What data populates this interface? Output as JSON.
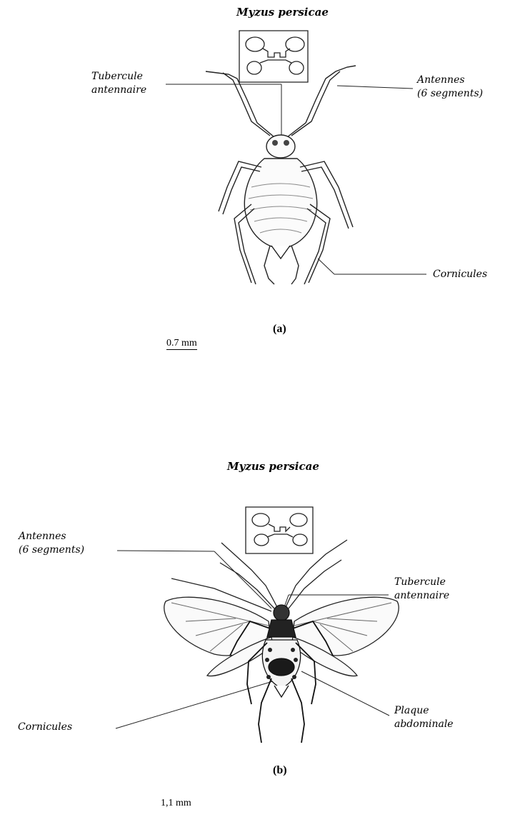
{
  "figure_a": {
    "title": "Myzus persicae",
    "labels": {
      "tubercule": [
        "Tubercule",
        "antennaire"
      ],
      "antennes": [
        "Antennes",
        "(6 segments)"
      ],
      "cornicules": "Cornicules"
    },
    "panel": "(a)",
    "scale": "0.7 mm"
  },
  "figure_b": {
    "title": "Myzus persicae",
    "labels": {
      "antennes": [
        "Antennes",
        "(6 segments)"
      ],
      "tubercule": [
        "Tubercule",
        "antennaire"
      ],
      "cornicules": "Cornicules",
      "plaque": [
        "Plaque",
        "abdominale"
      ]
    },
    "panel": "(b)",
    "scale": "1,1 mm"
  }
}
